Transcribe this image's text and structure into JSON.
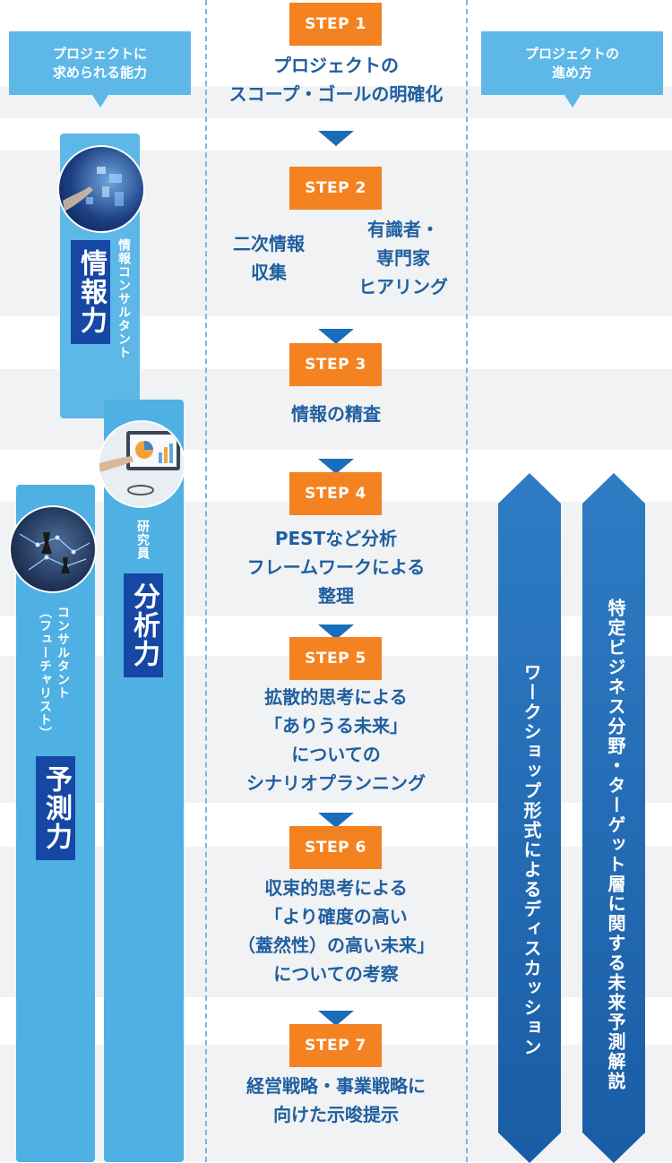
{
  "headers": {
    "left": "プロジェクトに\n求められる能力",
    "right": "プロジェクトの\n進め方"
  },
  "skills": {
    "info": {
      "role": "情報コンサルタント",
      "skill": "情報力",
      "photo_icon": "digital-hand-photo-icon"
    },
    "analysis": {
      "role": "研究員",
      "skill": "分析力",
      "photo_icon": "laptop-chart-photo-icon"
    },
    "forecast": {
      "role": "コンサルタント\n（フューチャリスト）",
      "skill": "予測力",
      "photo_icon": "chess-network-photo-icon"
    }
  },
  "steps": [
    {
      "label": "STEP 1",
      "text": "プロジェクトの\nスコープ・ゴールの明確化"
    },
    {
      "label": "STEP 2",
      "text_left": "二次情報\n収集",
      "text_right": "有識者・\n専門家\nヒアリング"
    },
    {
      "label": "STEP 3",
      "text": "情報の精査"
    },
    {
      "label": "STEP 4",
      "text": "PESTなど分析\nフレームワークによる\n整理"
    },
    {
      "label": "STEP 5",
      "text": "拡散的思考による\n「ありうる未来」\nについての\nシナリオプランニング"
    },
    {
      "label": "STEP 6",
      "text": "収束的思考による\n「より確度の高い\n（蓋然性）の高い未来」\nについての考察"
    },
    {
      "label": "STEP 7",
      "text": "経営戦略・事業戦略に\n向けた示唆提示"
    }
  ],
  "methods": [
    "ワークショップ形式によるディスカッション",
    "特定ビジネス分野・ターゲット層に関する未来予測解説"
  ],
  "colors": {
    "step_orange": "#f58220",
    "arrow_blue": "#1b6dbb",
    "header_light_blue": "#5db8e8",
    "skill_navy": "#1747a5",
    "text_blue": "#1f5f9f"
  }
}
